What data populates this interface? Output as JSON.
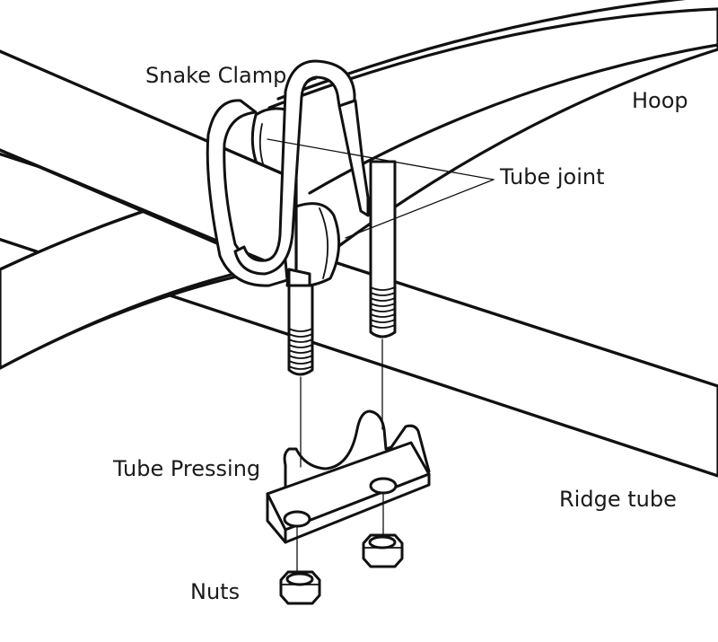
{
  "labels": {
    "snake_clamp": "Snake Clamp",
    "hoop": "Hoop",
    "tube_joint": "Tube joint",
    "tube_pressing": "Tube Pressing",
    "ridge_tube": "Ridge tube",
    "nuts": "Nuts"
  },
  "colors": {
    "ink": "#111111",
    "background": "#ffffff"
  }
}
